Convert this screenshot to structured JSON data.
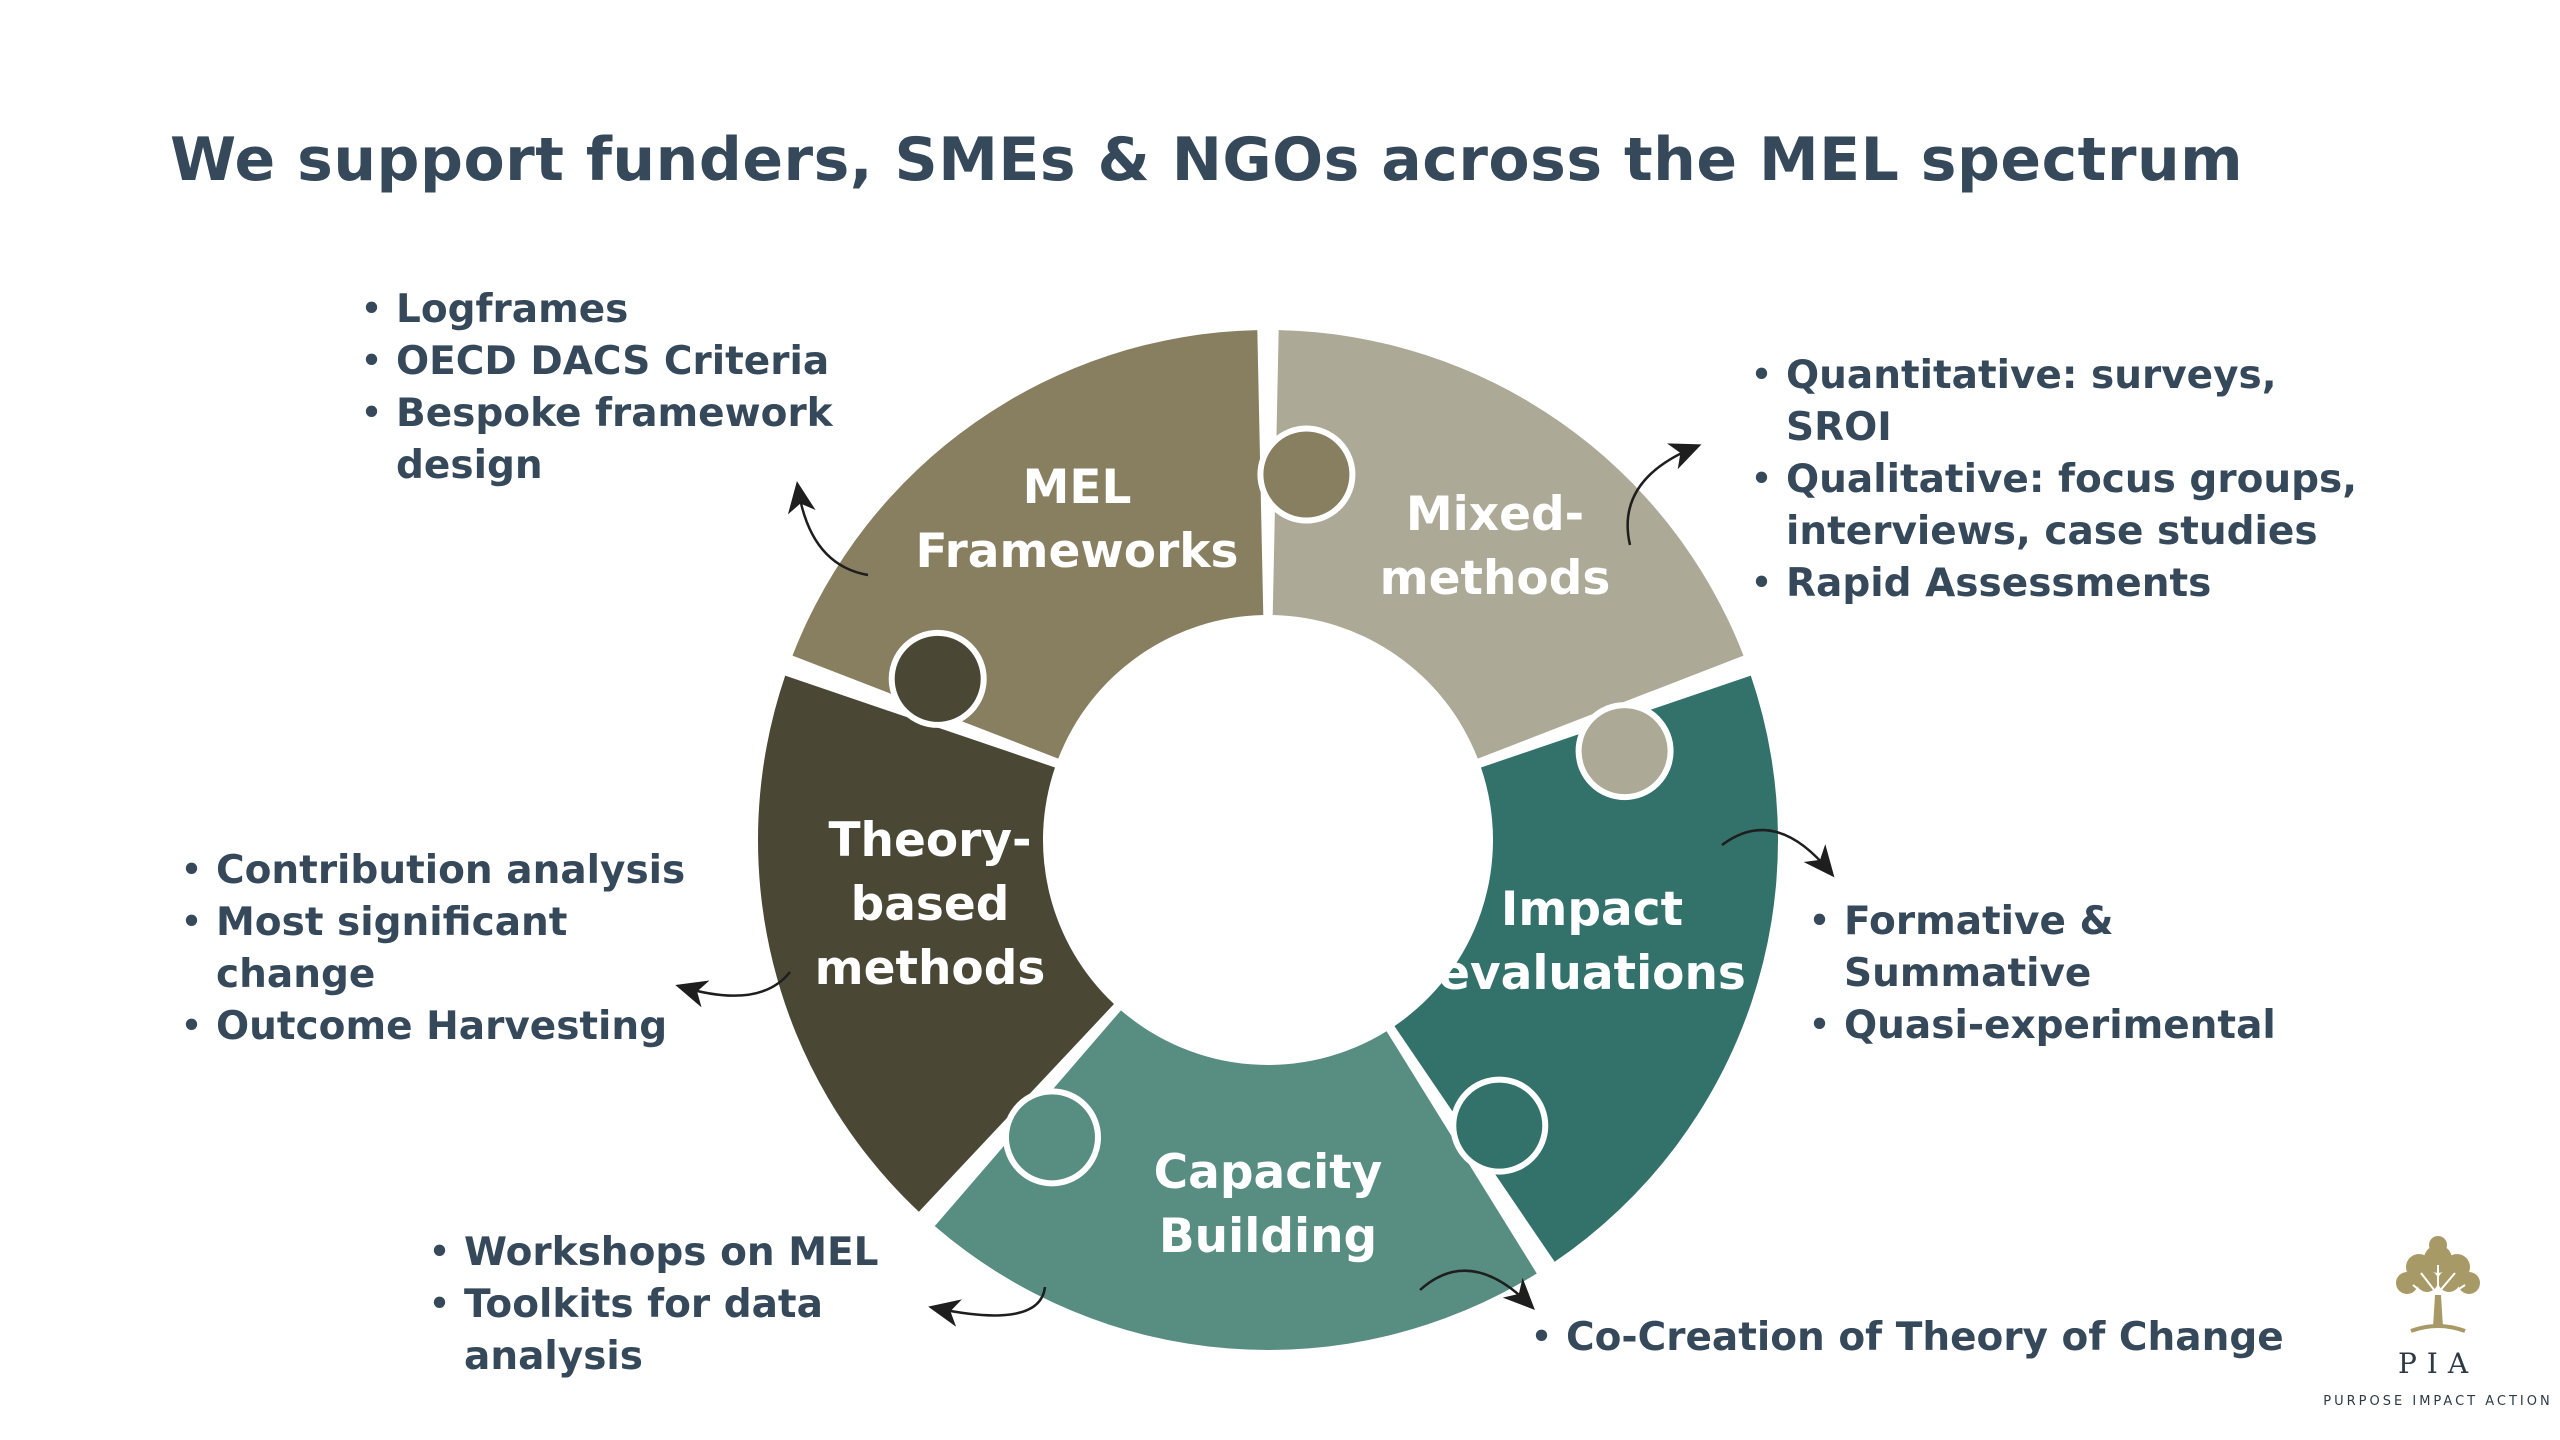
{
  "title": "We support funders, SMEs & NGOs across the MEL spectrum",
  "colors": {
    "title": "#36495a",
    "mel_frameworks": "#877f60",
    "mixed_methods": "#aca996",
    "impact_evaluations": "#33716b",
    "capacity_building": "#588d82",
    "theory_based": "#4a4735",
    "logo_gold": "#a89a66"
  },
  "segments": {
    "mel_frameworks": {
      "line1": "MEL",
      "line2": "Frameworks"
    },
    "mixed_methods": {
      "line1": "Mixed-",
      "line2": "methods"
    },
    "impact_evaluations": {
      "line1": "Impact",
      "line2": "evaluations"
    },
    "capacity_building": {
      "line1": "Capacity",
      "line2": "Building"
    },
    "theory_based": {
      "line1": "Theory-",
      "line2": "based",
      "line3": "methods"
    }
  },
  "bullet_groups": {
    "mel_frameworks": [
      "Logframes",
      "OECD DACS Criteria",
      "Bespoke framework design"
    ],
    "mixed_methods": [
      "Quantitative: surveys, SROI",
      "Qualitative: focus groups, interviews, case studies",
      "Rapid Assessments"
    ],
    "impact_evaluations": [
      "Formative & Summative",
      "Quasi-experimental"
    ],
    "capacity_building": [
      "Co-Creation of Theory of Change"
    ],
    "workshops": [
      "Workshops on MEL",
      "Toolkits for data analysis"
    ],
    "theory_based": [
      "Contribution analysis",
      "Most significant change",
      "Outcome Harvesting"
    ]
  },
  "logo": {
    "name": "PIA",
    "tagline": "PURPOSE IMPACT ACTION",
    "icon": "tree-icon"
  }
}
